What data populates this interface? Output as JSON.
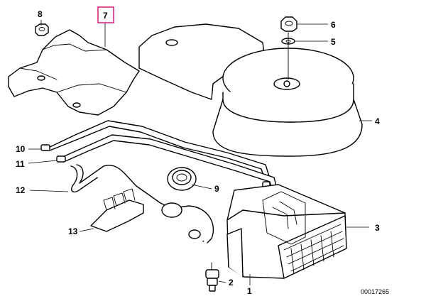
{
  "diagram": {
    "callouts": [
      {
        "id": "1",
        "label": "1"
      },
      {
        "id": "2",
        "label": "2"
      },
      {
        "id": "3",
        "label": "3"
      },
      {
        "id": "4",
        "label": "4"
      },
      {
        "id": "5",
        "label": "5"
      },
      {
        "id": "6",
        "label": "6"
      },
      {
        "id": "7",
        "label": "7"
      },
      {
        "id": "8",
        "label": "8"
      },
      {
        "id": "9",
        "label": "9"
      },
      {
        "id": "10",
        "label": "10"
      },
      {
        "id": "11",
        "label": "11"
      },
      {
        "id": "12",
        "label": "12"
      },
      {
        "id": "13",
        "label": "13"
      }
    ],
    "highlighted_callout": "7",
    "highlight_color": "#d6287e",
    "reference_number": "00017265"
  }
}
